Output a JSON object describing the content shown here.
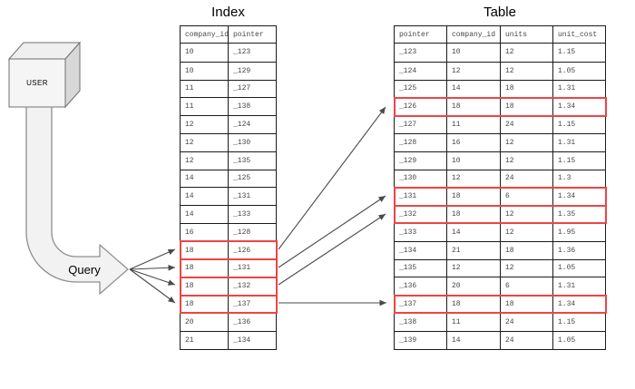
{
  "diagram": {
    "user_label": "USER",
    "query_label": "Query"
  },
  "index_table": {
    "title": "Index",
    "headers": [
      "company_id",
      "pointer"
    ],
    "rows": [
      {
        "cells": [
          "10",
          "_123"
        ],
        "highlight": false
      },
      {
        "cells": [
          "10",
          "_129"
        ],
        "highlight": false
      },
      {
        "cells": [
          "11",
          "_127"
        ],
        "highlight": false
      },
      {
        "cells": [
          "11",
          "_138"
        ],
        "highlight": false
      },
      {
        "cells": [
          "12",
          "_124"
        ],
        "highlight": false
      },
      {
        "cells": [
          "12",
          "_130"
        ],
        "highlight": false
      },
      {
        "cells": [
          "12",
          "_135"
        ],
        "highlight": false
      },
      {
        "cells": [
          "14",
          "_125"
        ],
        "highlight": false
      },
      {
        "cells": [
          "14",
          "_131"
        ],
        "highlight": false
      },
      {
        "cells": [
          "14",
          "_133"
        ],
        "highlight": false
      },
      {
        "cells": [
          "16",
          "_128"
        ],
        "highlight": false
      },
      {
        "cells": [
          "18",
          "_126"
        ],
        "highlight": true
      },
      {
        "cells": [
          "18",
          "_131"
        ],
        "highlight": true
      },
      {
        "cells": [
          "18",
          "_132"
        ],
        "highlight": true
      },
      {
        "cells": [
          "18",
          "_137"
        ],
        "highlight": true
      },
      {
        "cells": [
          "20",
          "_136"
        ],
        "highlight": false
      },
      {
        "cells": [
          "21",
          "_134"
        ],
        "highlight": false
      }
    ]
  },
  "main_table": {
    "title": "Table",
    "headers": [
      "pointer",
      "company_id",
      "units",
      "unit_cost"
    ],
    "rows": [
      {
        "cells": [
          "_123",
          "10",
          "12",
          "1.15"
        ],
        "highlight": false
      },
      {
        "cells": [
          "_124",
          "12",
          "12",
          "1.05"
        ],
        "highlight": false
      },
      {
        "cells": [
          "_125",
          "14",
          "18",
          "1.31"
        ],
        "highlight": false
      },
      {
        "cells": [
          "_126",
          "18",
          "18",
          "1.34"
        ],
        "highlight": true
      },
      {
        "cells": [
          "_127",
          "11",
          "24",
          "1.15"
        ],
        "highlight": false
      },
      {
        "cells": [
          "_128",
          "16",
          "12",
          "1.31"
        ],
        "highlight": false
      },
      {
        "cells": [
          "_129",
          "10",
          "12",
          "1.15"
        ],
        "highlight": false
      },
      {
        "cells": [
          "_130",
          "12",
          "24",
          "1.3"
        ],
        "highlight": false
      },
      {
        "cells": [
          "_131",
          "18",
          "6",
          "1.34"
        ],
        "highlight": true
      },
      {
        "cells": [
          "_132",
          "18",
          "12",
          "1.35"
        ],
        "highlight": true
      },
      {
        "cells": [
          "_133",
          "14",
          "12",
          "1.95"
        ],
        "highlight": false
      },
      {
        "cells": [
          "_134",
          "21",
          "18",
          "1.36"
        ],
        "highlight": false
      },
      {
        "cells": [
          "_135",
          "12",
          "12",
          "1.05"
        ],
        "highlight": false
      },
      {
        "cells": [
          "_136",
          "20",
          "6",
          "1.31"
        ],
        "highlight": false
      },
      {
        "cells": [
          "_137",
          "18",
          "18",
          "1.34"
        ],
        "highlight": true
      },
      {
        "cells": [
          "_138",
          "11",
          "24",
          "1.15"
        ],
        "highlight": false
      },
      {
        "cells": [
          "_139",
          "14",
          "24",
          "1.05"
        ],
        "highlight": false
      }
    ]
  },
  "connections": {
    "queried_company_id": "18",
    "matched_pointers": [
      "_126",
      "_131",
      "_132",
      "_137"
    ]
  },
  "colors": {
    "highlight_red": "#ef4444",
    "table_border": "#1a1a1a",
    "arrow_line": "#4a4a4a",
    "big_arrow_fill": "#f2f2f2",
    "big_arrow_stroke": "#8f8f8f",
    "cube_front": "#f5f5f5",
    "cube_top": "#efefef",
    "cube_side": "#d8d8d8",
    "cube_stroke": "#707070"
  }
}
